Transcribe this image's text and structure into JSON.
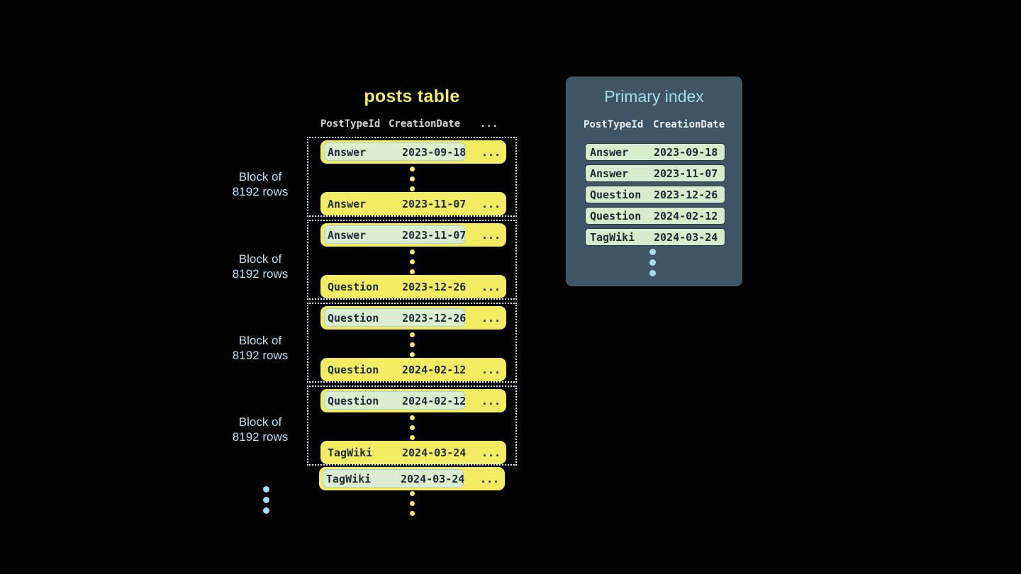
{
  "posts_table": {
    "title": "posts table",
    "columns": [
      "PostTypeId",
      "CreationDate",
      "..."
    ],
    "row_ellipsis": "...",
    "block_label_line1": "Block of",
    "block_label_line2": "8192 rows",
    "blocks": [
      {
        "first": {
          "type": "Answer",
          "date": "2023-09-18"
        },
        "last": {
          "type": "Answer",
          "date": "2023-11-07"
        }
      },
      {
        "first": {
          "type": "Answer",
          "date": "2023-11-07"
        },
        "last": {
          "type": "Question",
          "date": "2023-12-26"
        }
      },
      {
        "first": {
          "type": "Question",
          "date": "2023-12-26"
        },
        "last": {
          "type": "Question",
          "date": "2024-02-12"
        }
      },
      {
        "first": {
          "type": "Question",
          "date": "2024-02-12"
        },
        "last": {
          "type": "TagWiki",
          "date": "2024-03-24"
        }
      }
    ],
    "overflow_row": {
      "type": "TagWiki",
      "date": "2024-03-24"
    }
  },
  "primary_index": {
    "title": "Primary index",
    "columns": [
      "PostTypeId",
      "CreationDate"
    ],
    "rows": [
      {
        "type": "Answer",
        "date": "2023-09-18"
      },
      {
        "type": "Answer",
        "date": "2023-11-07"
      },
      {
        "type": "Question",
        "date": "2023-12-26"
      },
      {
        "type": "Question",
        "date": "2024-02-12"
      },
      {
        "type": "TagWiki",
        "date": "2024-03-24"
      }
    ]
  },
  "colors": {
    "background": "#020202",
    "row_yellow": "#f3ec62",
    "dark_text": "#1d2a37",
    "highlight_green": "#dcedcf",
    "highlight_border_blue": "#a2d4e4",
    "dotted_border": "#d9eef6",
    "label_blue": "#b9e2f3",
    "panel_bg": "#3f5565",
    "panel_title_blue": "#a6d9ec",
    "header_gray": "#d2d4d4",
    "dot_blue": "#a5ddf1"
  }
}
